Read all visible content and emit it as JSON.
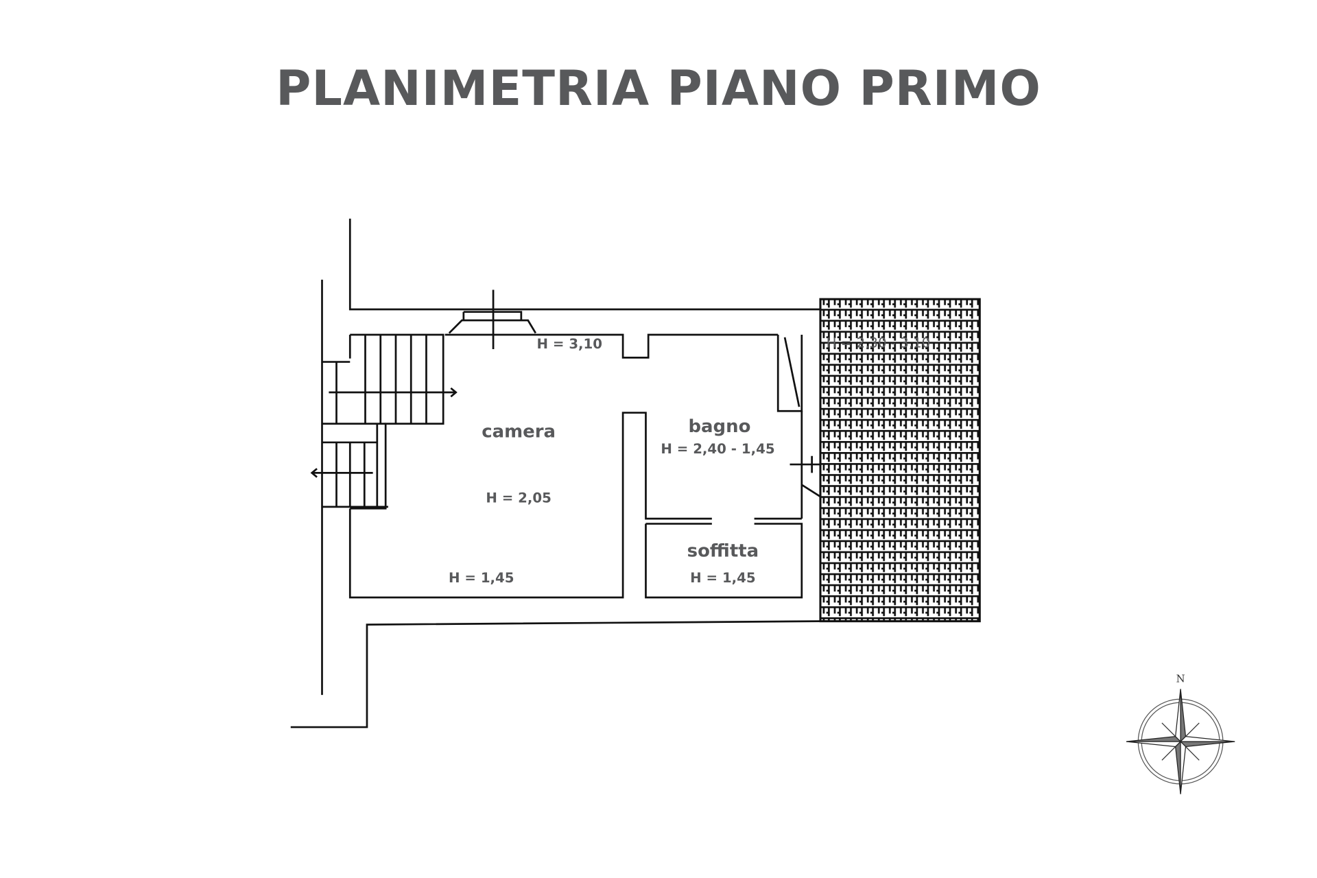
{
  "title": "PLANIMETRIA PIANO PRIMO",
  "rooms": {
    "camera": {
      "name": "camera",
      "height_top": "H = 3,10",
      "height_mid": "H = 2,05",
      "height_low": "H = 1,45"
    },
    "bagno": {
      "name": "bagno",
      "height": "H = 2,40 - 1,45"
    },
    "soffitta": {
      "name": "soffitta",
      "height": "H = 1,45"
    },
    "roof": {
      "height": "H = 2,30 - 3,10"
    }
  },
  "compass": {
    "north_label": "N"
  }
}
